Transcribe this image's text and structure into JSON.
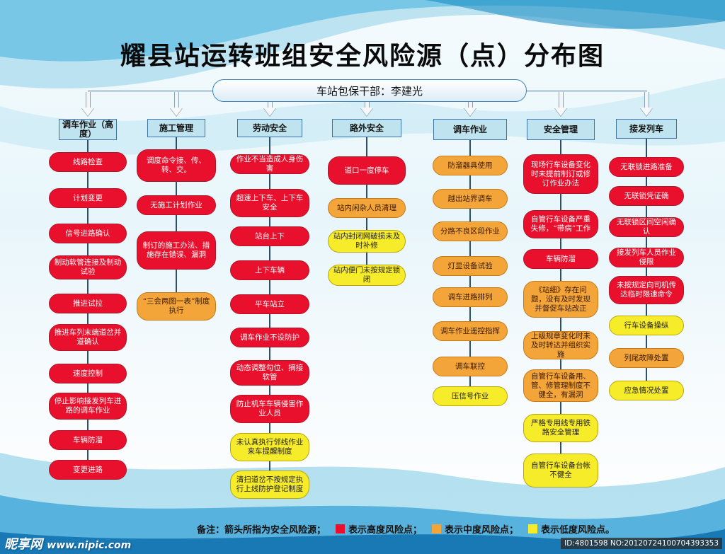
{
  "title": "耀县站运转班组安全风险源（点）分布图",
  "root": "车站包保干部：李建光",
  "columns": [
    {
      "header": "调车作业（高度）",
      "nodes": [
        {
          "text": "线路检查",
          "level": "h"
        },
        {
          "text": "计划变更",
          "level": "h"
        },
        {
          "text": "信号进路确认",
          "level": "h"
        },
        {
          "text": "制动软管连接及制动试验",
          "level": "h"
        },
        {
          "text": "推进试拉",
          "level": "h"
        },
        {
          "text": "推进车列末端道岔并道确认",
          "level": "h"
        },
        {
          "text": "速度控制",
          "level": "h"
        },
        {
          "text": "停止影响接发列车进路的调车作业",
          "level": "h"
        },
        {
          "text": "车辆防溜",
          "level": "h"
        },
        {
          "text": "变更进路",
          "level": "h"
        }
      ]
    },
    {
      "header": "施工管理",
      "nodes": [
        {
          "text": "调度命令接、传、转、交。",
          "level": "h"
        },
        {
          "text": "无施工计划作业",
          "level": "h"
        },
        {
          "text": "制订的施工办法、措施存在错误、漏洞",
          "level": "h"
        },
        {
          "text": "“三会两图一表”制度执行",
          "level": "m"
        }
      ]
    },
    {
      "header": "劳动安全",
      "nodes": [
        {
          "text": "作业不当造成人身伤害",
          "level": "h"
        },
        {
          "text": "超速上下车、上下车安全",
          "level": "h"
        },
        {
          "text": "站台上下",
          "level": "h"
        },
        {
          "text": "上下车辆",
          "level": "h"
        },
        {
          "text": "平车站立",
          "level": "h"
        },
        {
          "text": "调车作业不设防护",
          "level": "h"
        },
        {
          "text": "动态调整勾位、摘接软管",
          "level": "h"
        },
        {
          "text": "防止机车车辆侵害作业人员",
          "level": "h"
        },
        {
          "text": "未认真执行邻线作业来车提醒制度",
          "level": "l"
        },
        {
          "text": "清扫道岔不按规定执行上线防护登记制度",
          "level": "l"
        }
      ]
    },
    {
      "header": "路外安全",
      "nodes": [
        {
          "text": "道口一度停车",
          "level": "h"
        },
        {
          "text": "站内闲杂人员清理",
          "level": "m"
        },
        {
          "text": "站内封闭网破损未及时补修",
          "level": "l"
        },
        {
          "text": "站内便门未按规定锁闭",
          "level": "l"
        }
      ]
    },
    {
      "header": "调车作业",
      "nodes": [
        {
          "text": "防溜器具使用",
          "level": "m"
        },
        {
          "text": "越出站界调车",
          "level": "m"
        },
        {
          "text": "分路不良区段作业",
          "level": "m"
        },
        {
          "text": "灯显设备试验",
          "level": "m"
        },
        {
          "text": "调车进路排列",
          "level": "m"
        },
        {
          "text": "调车作业遥控指挥",
          "level": "m"
        },
        {
          "text": "调车联控",
          "level": "m"
        },
        {
          "text": "压信号作业",
          "level": "l"
        }
      ]
    },
    {
      "header": "安全管理",
      "nodes": [
        {
          "text": "现场行车设备变化时未提前制订或修订作业办法",
          "level": "h"
        },
        {
          "text": "自管行车设备严重失修，“带病”工作",
          "level": "h"
        },
        {
          "text": "车辆防溜",
          "level": "h"
        },
        {
          "text": "《站细》存在问题，没有及时发现并督促车站改正",
          "level": "m"
        },
        {
          "text": "上级规章变化时未及时转达并组织实施",
          "level": "m"
        },
        {
          "text": "自管行车设备用、管、修管理制度不健全，有漏洞",
          "level": "m"
        },
        {
          "text": "严格专用线专用铁路安全管理",
          "level": "l"
        },
        {
          "text": "自管行车设备台帐不健全",
          "level": "l"
        }
      ]
    },
    {
      "header": "接发列车",
      "nodes": [
        {
          "text": "无联锁进路准备",
          "level": "h"
        },
        {
          "text": "无联锁凭证确",
          "level": "h"
        },
        {
          "text": "无联锁区间空闲确认",
          "level": "h"
        },
        {
          "text": "接发列车人员作业侵限",
          "level": "h"
        },
        {
          "text": "未按规定向司机传达临时限速命令",
          "level": "h"
        },
        {
          "text": "行车设备操纵",
          "level": "l"
        },
        {
          "text": "列尾故障处置",
          "level": "m"
        },
        {
          "text": "应急情况处置",
          "level": "l"
        }
      ]
    }
  ],
  "legend": {
    "note": "备注：箭头所指为安全风险源；",
    "high": "表示高度风险点；",
    "medium": "表示中度风险点；",
    "low": "表示低度风险点。",
    "colors": {
      "high": "#e8102c",
      "medium": "#f4a53a",
      "low": "#f7ec2a"
    }
  },
  "watermark": {
    "site": "昵享网",
    "url": "www.nipic.com",
    "id": "ID:4801598 NO:20120724100704393353"
  }
}
